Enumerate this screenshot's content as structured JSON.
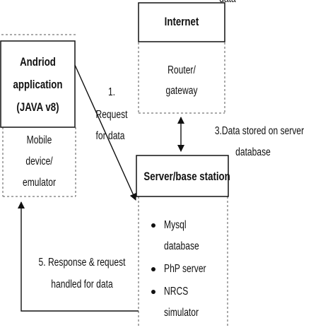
{
  "top_cut_text": "data",
  "internet_box": {
    "label": "Internet"
  },
  "router": {
    "line1": "Router/",
    "line2": "gateway"
  },
  "android_box": {
    "line1": "Andriod",
    "line2": "application",
    "line3": "(JAVA v8)"
  },
  "mobile": {
    "line1": "Mobile",
    "line2": "device/",
    "line3": "emulator"
  },
  "server_box": {
    "label": "Server/base station"
  },
  "server_items": [
    "Mysql",
    "database",
    "PhP server",
    "NRCS",
    "simulator"
  ],
  "edge_request": {
    "line1": "1.",
    "line2": "Request",
    "line3": "for data"
  },
  "edge_stored": {
    "line1": "3.Data stored on server",
    "line2": "database"
  },
  "edge_response": {
    "line1": "5. Response & request",
    "line2": "handled for data"
  }
}
